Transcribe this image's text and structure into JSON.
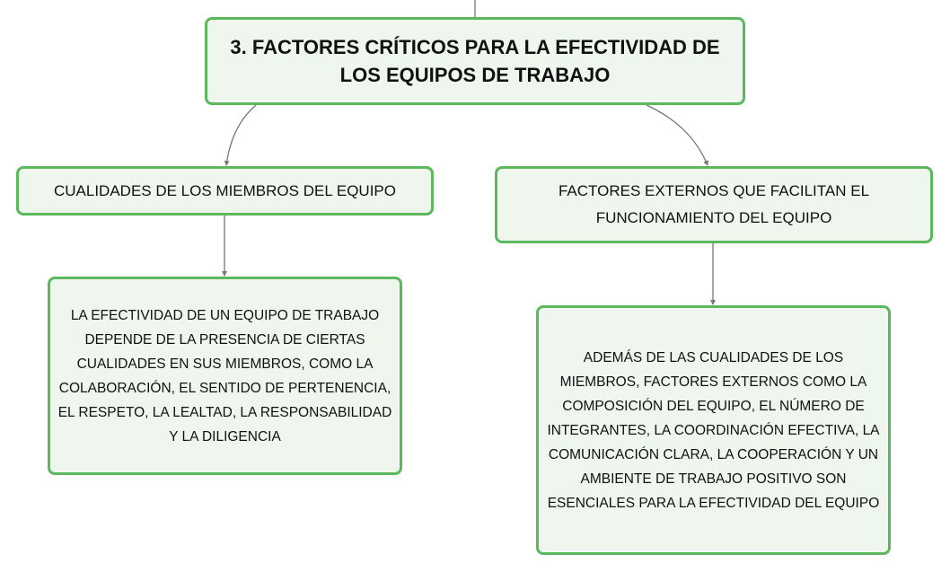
{
  "diagram": {
    "main": {
      "title": "3. FACTORES CRÍTICOS PARA LA EFECTIVIDAD DE LOS EQUIPOS DE TRABAJO"
    },
    "left": {
      "heading": "CUALIDADES DE LOS MIEMBROS DEL EQUIPO",
      "body": "LA EFECTIVIDAD DE UN EQUIPO DE TRABAJO DEPENDE DE LA PRESENCIA DE CIERTAS CUALIDADES EN SUS MIEMBROS, COMO LA COLABORACIÓN, EL SENTIDO DE PERTENENCIA, EL RESPETO, LA LEALTAD, LA RESPONSABILIDAD Y LA DILIGENCIA"
    },
    "right": {
      "heading": "FACTORES EXTERNOS QUE FACILITAN EL FUNCIONAMIENTO DEL EQUIPO",
      "body": "ADEMÁS DE LAS CUALIDADES DE LOS MIEMBROS, FACTORES EXTERNOS COMO LA COMPOSICIÓN DEL EQUIPO, EL NÚMERO DE INTEGRANTES, LA COORDINACIÓN EFECTIVA, LA COMUNICACIÓN CLARA, LA COOPERACIÓN Y UN AMBIENTE DE TRABAJO POSITIVO SON ESENCIALES PARA LA EFECTIVIDAD DEL EQUIPO"
    }
  },
  "colors": {
    "node_border": "#5cb85c",
    "node_fill": "#eef6ee",
    "connector": "#777777",
    "text": "#111111"
  }
}
